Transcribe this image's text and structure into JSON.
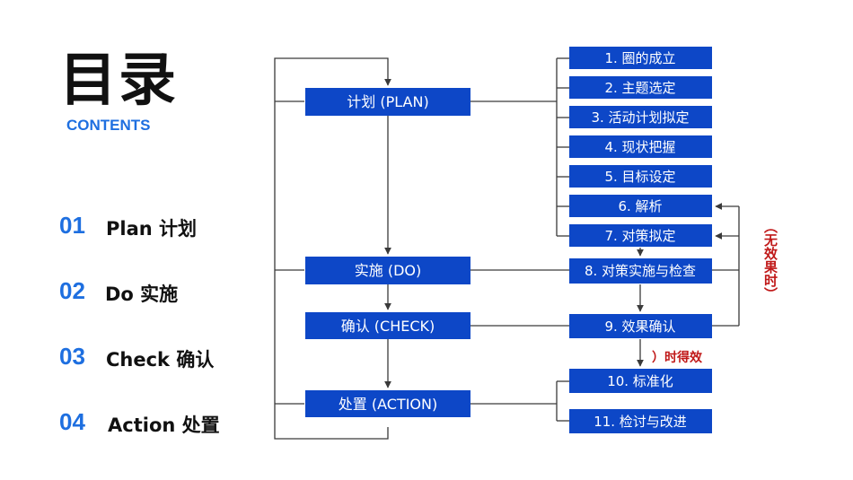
{
  "title": "目录",
  "subtitle": "CONTENTS",
  "toc": [
    {
      "num": "01",
      "label": "Plan 计划"
    },
    {
      "num": "02",
      "label": "Do 实施"
    },
    {
      "num": "03",
      "label": "Check 确认"
    },
    {
      "num": "04",
      "label": "Action 处置"
    }
  ],
  "phases": [
    {
      "label": "计划 (PLAN)"
    },
    {
      "label": "实施 (DO)"
    },
    {
      "label": "确认 (CHECK)"
    },
    {
      "label": "处置 (ACTION)"
    }
  ],
  "steps": [
    {
      "label": "1. 圈的成立"
    },
    {
      "label": "2. 主题选定"
    },
    {
      "label": "3. 活动计划拟定"
    },
    {
      "label": "4. 现状把握"
    },
    {
      "label": "5. 目标设定"
    },
    {
      "label": "6. 解析"
    },
    {
      "label": "7. 对策拟定"
    },
    {
      "label": "8. 对策实施与检查"
    },
    {
      "label": "9. 效果确认"
    },
    {
      "label": "10. 标准化"
    },
    {
      "label": "11. 检讨与改进"
    }
  ],
  "notes": {
    "no_effect": "（无效果时）",
    "effective": "）时得效"
  },
  "colors": {
    "box_fill": "#0d47c7",
    "line": "#3a3a3a",
    "accent": "#1e6fe0",
    "note_red": "#c01818"
  }
}
